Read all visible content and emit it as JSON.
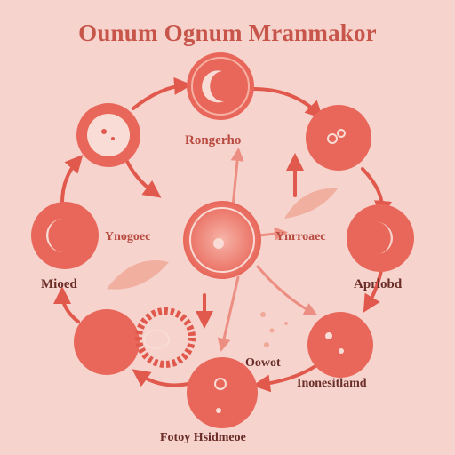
{
  "title": "Ounum Ognum Mranmakor",
  "labels": {
    "upper_center": "Rongerho",
    "left_middle": "Ynogoec",
    "right_middle": "Ynrroaec",
    "far_left": "Mioed",
    "far_right": "Aprlobd",
    "lower_center": "Oowot",
    "lower_right": "Inonesitlamd",
    "bottom": "Fotoy Hsidmeoe"
  },
  "colors": {
    "background": "#f6d3cd",
    "node_fill": "#e8675a",
    "node_inner": "#f8dcd5",
    "arrow": "#e0594c",
    "title": "#c8554a",
    "leaf": "#f0a898"
  }
}
